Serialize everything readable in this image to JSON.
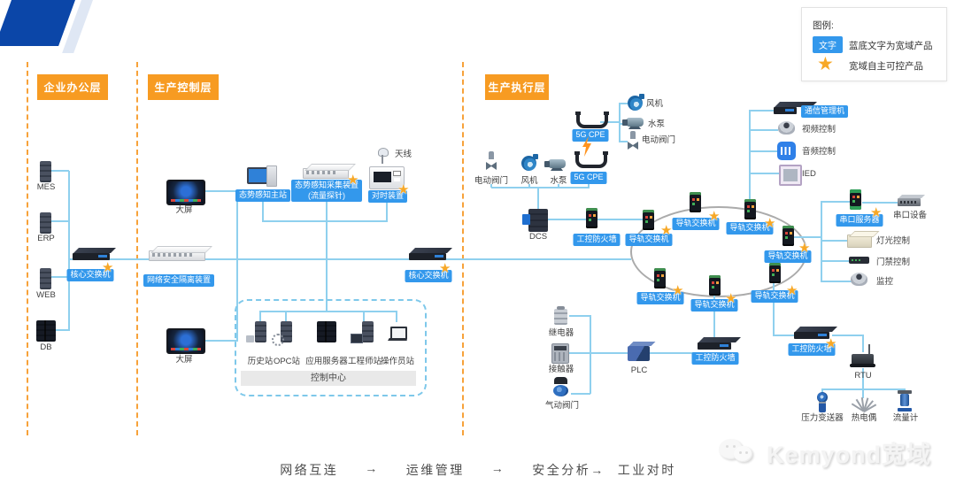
{
  "legend": {
    "title": "图例:",
    "badge": "文字",
    "badge_desc": "蓝底文字为宽域产品",
    "star_desc": "宽域自主可控产品"
  },
  "layers": {
    "office": "企业办公层",
    "control": "生产控制层",
    "execution": "生产执行层"
  },
  "labels": {
    "mes": "MES",
    "erp": "ERP",
    "web": "WEB",
    "db": "DB",
    "core_switch": "核心交换机",
    "big_screen": "大屏",
    "isolation": "网络安全隔离装置",
    "situation_master": "态势感知主站",
    "collector_l1": "态势感知采集装置",
    "collector_l2": "(流量探针)",
    "timing": "对时装置",
    "antenna": "天线",
    "history": "历史站",
    "opc": "OPC站",
    "app_server": "应用服务器",
    "engineer": "工程师站",
    "operator": "操作员站",
    "control_center": "控制中心",
    "e_valve": "电动阀门",
    "fan": "风机",
    "pump": "水泵",
    "cpe": "5G CPE",
    "dcs": "DCS",
    "firewall": "工控防火墙",
    "rail_switch": "导轨交换机",
    "comm_mgr": "通信管理机",
    "video_ctrl": "视频控制",
    "audio_ctrl": "音频控制",
    "ied": "IED",
    "serial_server": "串口服务器",
    "serial_device": "串口设备",
    "light_ctrl": "灯光控制",
    "access_ctrl": "门禁控制",
    "monitor": "监控",
    "relay": "继电器",
    "contactor": "接触器",
    "p_valve": "气动阀门",
    "plc": "PLC",
    "rtu": "RTU",
    "pressure": "压力变送器",
    "thermocouple": "热电偶",
    "flowmeter": "流量计"
  },
  "footer": {
    "items": [
      "网络互连",
      "→",
      "运维管理",
      "→",
      "安全分析→",
      "工业对时"
    ]
  },
  "watermark": {
    "text": "Kemyond宽域"
  },
  "icons": {
    "star": "★"
  },
  "colors": {
    "accent_orange": "#f79b22",
    "badge_blue": "#3398ec",
    "line_blue": "#8fd0ee",
    "star_orange": "#f7a827",
    "logo_blue": "#0b46a8",
    "ring_gray": "#ababab"
  }
}
